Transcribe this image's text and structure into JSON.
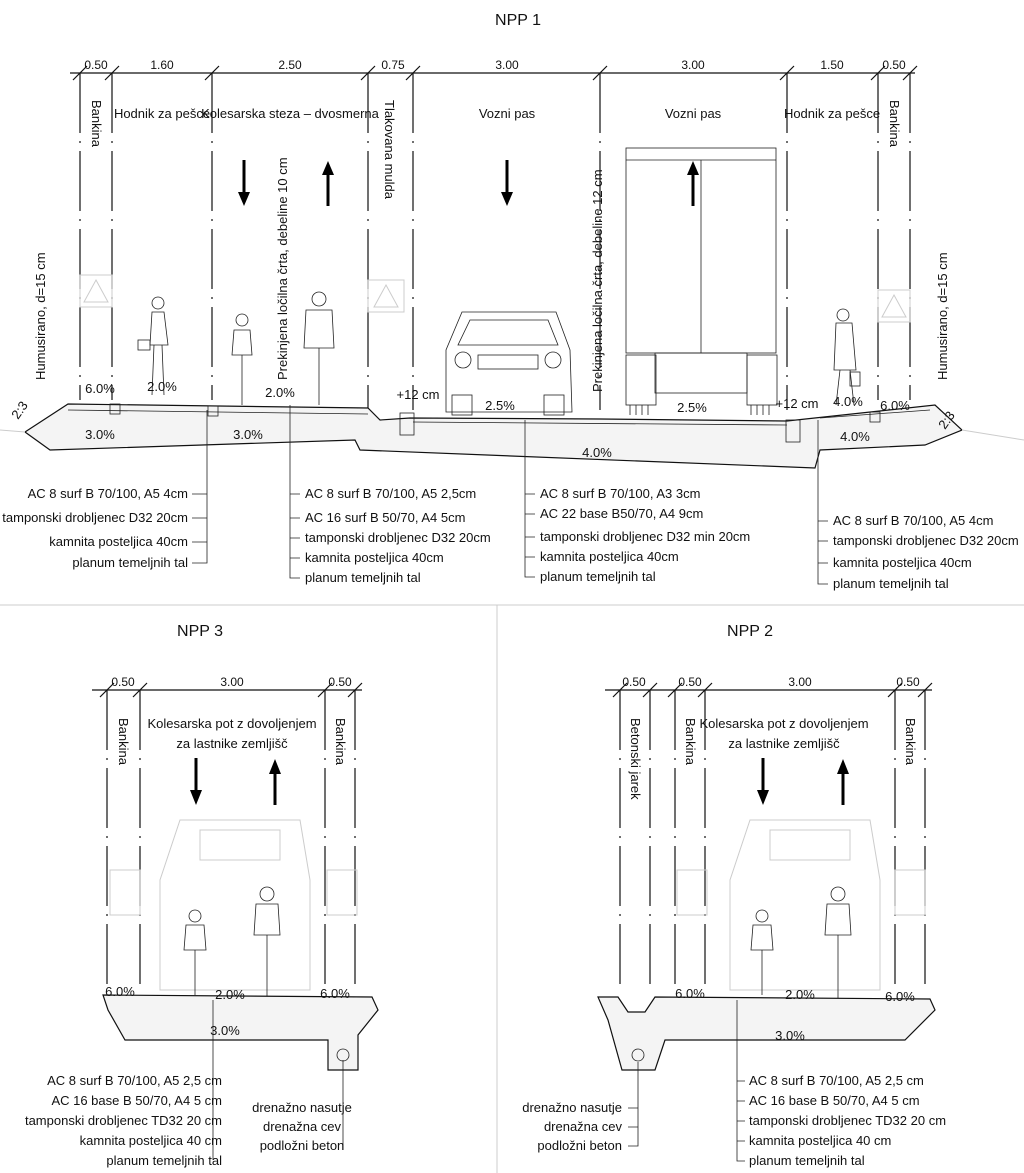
{
  "npp1": {
    "title": "NPP 1",
    "dimensions": [
      "0.50",
      "1.60",
      "2.50",
      "0.75",
      "3.00",
      "3.00",
      "1.50",
      "0.50"
    ],
    "zones": {
      "bankina_left": "Bankina",
      "sidewalk_left": "Hodnik za pešce",
      "bike_path": "Kolesarska steza – dvosmerna",
      "gutter": "Tlakovana mulda",
      "lane_1": "Vozni pas",
      "lane_2": "Vozni pas",
      "sidewalk_right": "Hodnik za pešce",
      "bankina_right": "Bankina"
    },
    "notes": {
      "humus_left": "Humusirano, d=15 cm",
      "humus_right": "Humusirano, d=15 cm",
      "line_10": "Prekinjena ločilna črta, debeline 10 cm",
      "line_12": "Prekinjena ločilna črta, debeline 12 cm"
    },
    "slopes": {
      "s1": "6.0%",
      "s2": "2.0%",
      "s3": "2.0%",
      "curb1": "+12 cm",
      "s4": "2.5%",
      "s5": "2.5%",
      "curb2": "+12 cm",
      "s6": "4.0%",
      "s7": "6.0%",
      "b1": "3.0%",
      "b2": "3.0%",
      "b3": "4.0%",
      "b4": "4.0%",
      "emb_left": "2:3",
      "emb_right": "2:3"
    },
    "layers_sidewalk_left": [
      "AC 8 surf B 70/100, A5 4cm",
      "tamponski drobljenec D32 20cm",
      "kamnita posteljica 40cm",
      "planum temeljnih tal"
    ],
    "layers_bike": [
      "AC 8 surf B 70/100, A5 2,5cm",
      "AC 16 surf B 50/70, A4 5cm",
      "tamponski drobljenec D32 20cm",
      "kamnita posteljica 40cm",
      "planum temeljnih tal"
    ],
    "layers_road": [
      "AC 8 surf B 70/100, A3 3cm",
      "AC 22 base B50/70, A4 9cm",
      "tamponski drobljenec D32 min 20cm",
      "kamnita posteljica 40cm",
      "planum temeljnih tal"
    ],
    "layers_sidewalk_right": [
      "AC 8 surf B 70/100, A5 4cm",
      "tamponski drobljenec D32 20cm",
      "kamnita posteljica 40cm",
      "planum temeljnih tal"
    ]
  },
  "npp3": {
    "title": "NPP 3",
    "dimensions": [
      "0.50",
      "3.00",
      "0.50"
    ],
    "bankina_left": "Bankina",
    "bankina_right": "Bankina",
    "path_line1": "Kolesarska pot z dovoljenjem",
    "path_line2": "za lastnike zemljišč",
    "slopes": {
      "s1": "6.0%",
      "s2": "2.0%",
      "s3": "6.0%",
      "b1": "3.0%"
    },
    "layers": [
      "AC 8 surf B 70/100, A5 2,5 cm",
      "AC 16 base B 50/70, A4 5 cm",
      "tamponski drobljenec TD32 20 cm",
      "kamnita posteljica 40 cm",
      "planum temeljnih tal"
    ],
    "drain": [
      "drenažno nasutje",
      "drenažna cev",
      "podložni beton"
    ]
  },
  "npp2": {
    "title": "NPP 2",
    "dimensions": [
      "0.50",
      "0.50",
      "3.00",
      "0.50"
    ],
    "ditch": "Betonski jarek",
    "bankina_left": "Bankina",
    "bankina_right": "Bankina",
    "path_line1": "Kolesarska pot z dovoljenjem",
    "path_line2": "za lastnike zemljišč",
    "slopes": {
      "s1": "6.0%",
      "s2": "2.0%",
      "s3": "6.0%",
      "b1": "3.0%"
    },
    "layers": [
      "AC 8 surf B 70/100, A5 2,5 cm",
      "AC 16 base B 50/70, A4 5 cm",
      "tamponski drobljenec TD32 20 cm",
      "kamnita posteljica 40 cm",
      "planum temeljnih tal"
    ],
    "drain": [
      "drenažno nasutje",
      "drenažna cev",
      "podložni beton"
    ]
  }
}
